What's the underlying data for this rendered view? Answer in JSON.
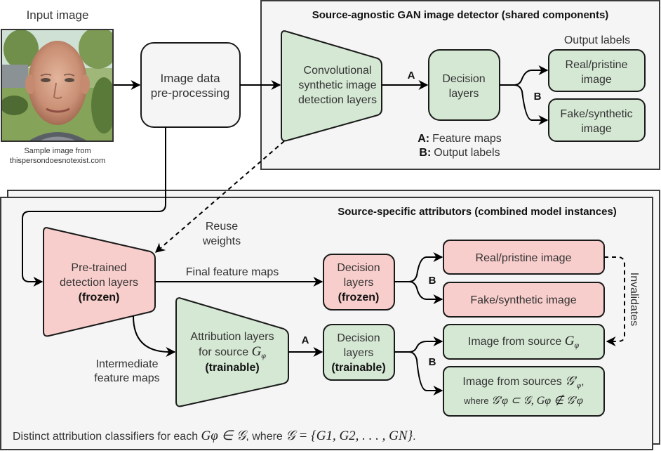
{
  "colors": {
    "panel_fill": "#f5f5f5",
    "shared_component_fill": "#d5e8d4",
    "frozen_component_fill": "#f8cecc",
    "preprocessing_fill": "#f5f5f5",
    "stroke": "#1a1a1a"
  },
  "input": {
    "title": "Input image",
    "photo_description": "portrait photo of a smiling bald man outdoors",
    "caption_line1": "Sample image from",
    "caption_line2": "thispersondoesnotexist.com"
  },
  "preprocessing": {
    "line1": "Image data",
    "line2": "pre-processing"
  },
  "detector_panel": {
    "title": "Source-agnostic GAN image detector (shared components)",
    "conv_layers": [
      "Convolutional",
      "synthetic image",
      "detection layers"
    ],
    "edge_a_label": "A",
    "decision_layers": [
      "Decision",
      "layers"
    ],
    "edge_b_label": "B",
    "output_header": "Output labels",
    "output_real": [
      "Real/pristine",
      "image"
    ],
    "output_fake": [
      "Fake/synthetic",
      "image"
    ],
    "legend": [
      {
        "key": "A:",
        "text": "Feature maps"
      },
      {
        "key": "B:",
        "text": "Output labels"
      }
    ]
  },
  "reuse_weights": [
    "Reuse",
    "weights"
  ],
  "attributor_panel": {
    "title": "Source-specific attributors (combined model instances)",
    "pretrained": {
      "line1": "Pre-trained",
      "line2": "detection layers",
      "status": "(frozen)"
    },
    "final_feature_maps": "Final feature maps",
    "frozen_decision": {
      "line1": "Decision",
      "line2": "layers",
      "status": "(frozen)"
    },
    "frozen_edge_b": "B",
    "frozen_real": "Real/pristine image",
    "frozen_fake": "Fake/synthetic image",
    "invalidates": "Invalidates",
    "intermediate": [
      "Intermediate",
      "feature maps"
    ],
    "attribution": {
      "line1": "Attribution layers",
      "line2_prefix": "for source ",
      "symbol": "G",
      "subscript": "φ",
      "status": "(trainable)"
    },
    "attr_edge_a": "A",
    "trainable_decision": {
      "line1": "Decision",
      "line2": "layers",
      "status": "(trainable)"
    },
    "trainable_edge_b": "B",
    "source_output": {
      "prefix": "Image from source ",
      "symbol": "G",
      "subscript": "φ"
    },
    "sources_output": {
      "line1_prefix": "Image from sources ",
      "line1_symbol": "𝒢′",
      "line1_subscript": "φ",
      "line1_suffix": ",",
      "line2_prefix": "where ",
      "line2_math": "𝒢′φ ⊂ 𝒢, Gφ ∉ 𝒢′φ"
    },
    "footer": {
      "prefix": "Distinct attribution classifiers for each ",
      "math1": "Gφ ∈ 𝒢",
      "middle": ", where ",
      "math2": "𝒢 = {G1, G2, . . . , GN}",
      "suffix": "."
    }
  }
}
